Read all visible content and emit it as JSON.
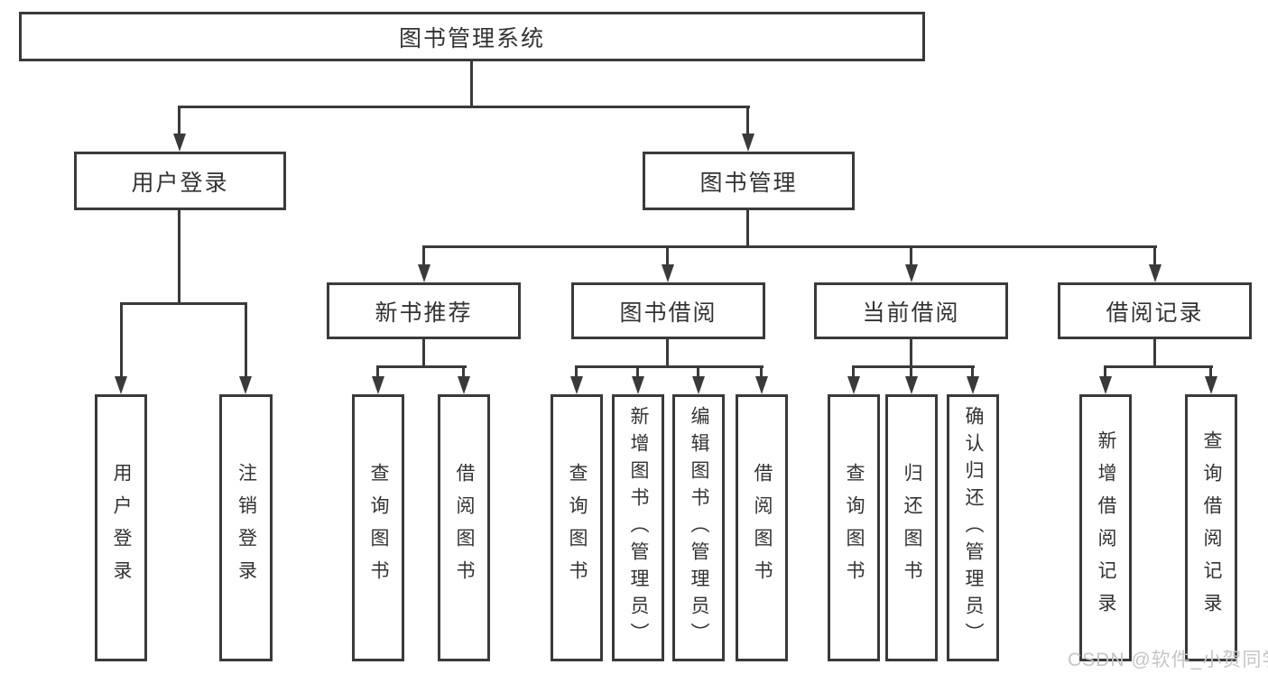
{
  "diagram": {
    "root": "图书管理系统",
    "level2": [
      "用户登录",
      "图书管理"
    ],
    "level3": [
      "新书推荐",
      "图书借阅",
      "当前借阅",
      "借阅记录"
    ],
    "leaves": {
      "user_login": [
        "用户登录",
        "注销登录"
      ],
      "new_book_recommend": [
        "查询图书",
        "借阅图书"
      ],
      "book_borrow": [
        "查询图书",
        "新增图书（管理员）",
        "编辑图书（管理员）",
        "借阅图书"
      ],
      "current_borrow": [
        "查询图书",
        "归还图书",
        "确认归还（管理员）"
      ],
      "borrow_records": [
        "新增借阅记录",
        "查询借阅记录"
      ]
    },
    "watermark": "CSDN @软件_小贺同学",
    "colors": {
      "line": "#3a3a3a",
      "text": "#333333",
      "background": "#ffffff",
      "watermark": "#c5c5c5"
    }
  }
}
